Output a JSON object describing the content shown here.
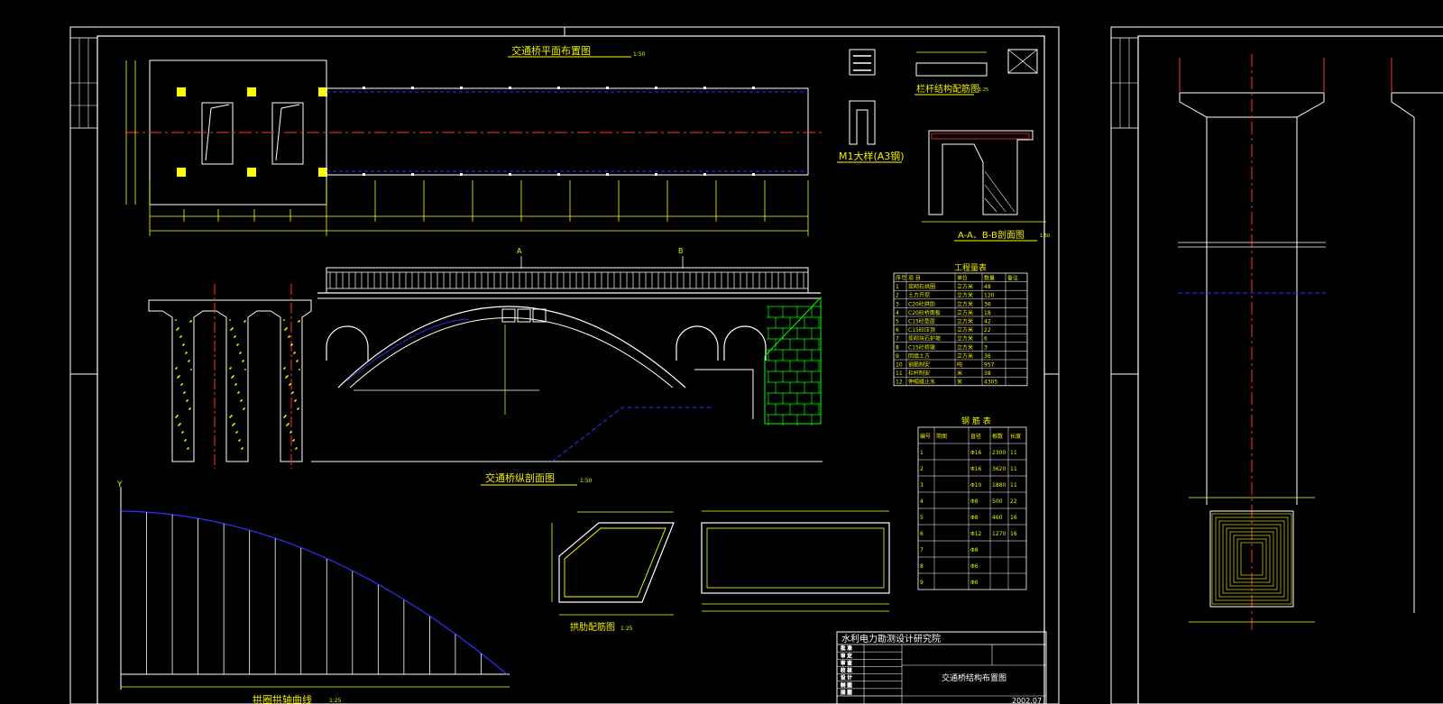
{
  "sheet": {
    "plan_title": "交通桥平面布置图",
    "plan_scale": "1:50",
    "section_title": "交通桥纵剖面图",
    "section_scale": "1:50",
    "curve_title": "拱圈拱轴曲线",
    "curve_scale": "1:25",
    "rebar_title": "拱肋配筋图",
    "rebar_scale": "1:25",
    "railing_title": "栏杆结构配筋图",
    "railing_scale": "1:25",
    "post_label": "M1大样(A3钢)",
    "aa_title": "A-A、B-B剖面图",
    "aa_scale": "1:50",
    "quantity_title": "工程量表",
    "steel_title": "钢 筋 表",
    "y_axis": "Y",
    "cut_a": "A",
    "cut_b": "B"
  },
  "title_block": {
    "institute": "水利电力勘测设计研究院",
    "drawing_name": "交通桥结构布置图",
    "date": "2002.07",
    "rows": [
      "批 准",
      "审 定",
      "审 查",
      "校 核",
      "设 计",
      "制 图",
      "描 图"
    ]
  },
  "quantity_table": {
    "headers": [
      "序号",
      "项 目",
      "单位",
      "数量",
      "备注"
    ],
    "rows": [
      [
        "1",
        "浆砌石拱圈",
        "立方米",
        "48",
        ""
      ],
      [
        "2",
        "土方开挖",
        "立方米",
        "120",
        ""
      ],
      [
        "3",
        "C20砼拱肋",
        "立方米",
        "36",
        ""
      ],
      [
        "4",
        "C20砼桥面板",
        "立方米",
        "18",
        ""
      ],
      [
        "5",
        "C15砼垫层",
        "立方米",
        "42",
        ""
      ],
      [
        "6",
        "C15砼压顶",
        "立方米",
        "22",
        ""
      ],
      [
        "7",
        "浆砌块石护坡",
        "立方米",
        "6",
        ""
      ],
      [
        "8",
        "C15砼桥墩",
        "立方米",
        "3",
        ""
      ],
      [
        "9",
        "回填土方",
        "立方米",
        "36",
        ""
      ],
      [
        "10",
        "钢筋制安",
        "吨",
        "957",
        ""
      ],
      [
        "11",
        "栏杆制安",
        "米",
        "38",
        ""
      ],
      [
        "12",
        "伸缩缝止水",
        "米",
        "4305",
        ""
      ]
    ]
  },
  "steel_table": {
    "headers": [
      "编号",
      "简图",
      "直径",
      "根数",
      "长度"
    ],
    "rows": [
      [
        "1",
        "",
        "Φ16",
        "2300",
        "11"
      ],
      [
        "2",
        "",
        "Φ16",
        "3620",
        "11"
      ],
      [
        "3",
        "",
        "Φ10",
        "1880",
        "11"
      ],
      [
        "4",
        "",
        "Φ8",
        "500",
        "22"
      ],
      [
        "5",
        "",
        "Φ8",
        "460",
        "16"
      ],
      [
        "6",
        "",
        "Φ12",
        "1270",
        "16"
      ],
      [
        "7",
        "",
        "Φ8",
        "",
        ""
      ],
      [
        "8",
        "",
        "Φ6",
        "",
        ""
      ],
      [
        "9",
        "",
        "Φ6",
        "",
        ""
      ]
    ]
  }
}
